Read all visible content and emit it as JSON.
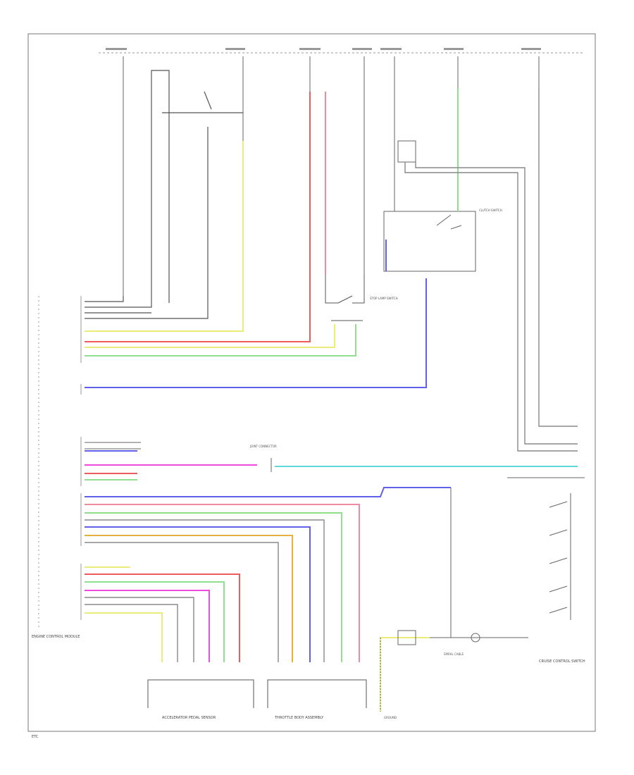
{
  "title": "",
  "colors": {
    "red": "#f05a5a",
    "pink": "#f08aa0",
    "yellow": "#ecec7a",
    "green": "#8ee08e",
    "blue": "#6060e8",
    "cyan": "#60d8d8",
    "magenta": "#f04ae0",
    "orange": "#e8b040",
    "grey": "#888888",
    "black": "#444444",
    "frame": "#777777"
  },
  "footer_code": "ETC",
  "labels": {
    "ecm": "ENGINE CONTROL MODULE",
    "cruise_switch": "CRUISE CONTROL SWITCH",
    "throttle_body": "THROTTLE BODY ASSEMBLY",
    "accel_pedal": "ACCELERATOR PEDAL SENSOR",
    "stop_lamp": "STOP LAMP SWITCH",
    "clutch": "CLUTCH SWITCH",
    "spiral": "SPIRAL CABLE",
    "joint": "JOINT CONNECTOR",
    "ground": "GROUND"
  }
}
